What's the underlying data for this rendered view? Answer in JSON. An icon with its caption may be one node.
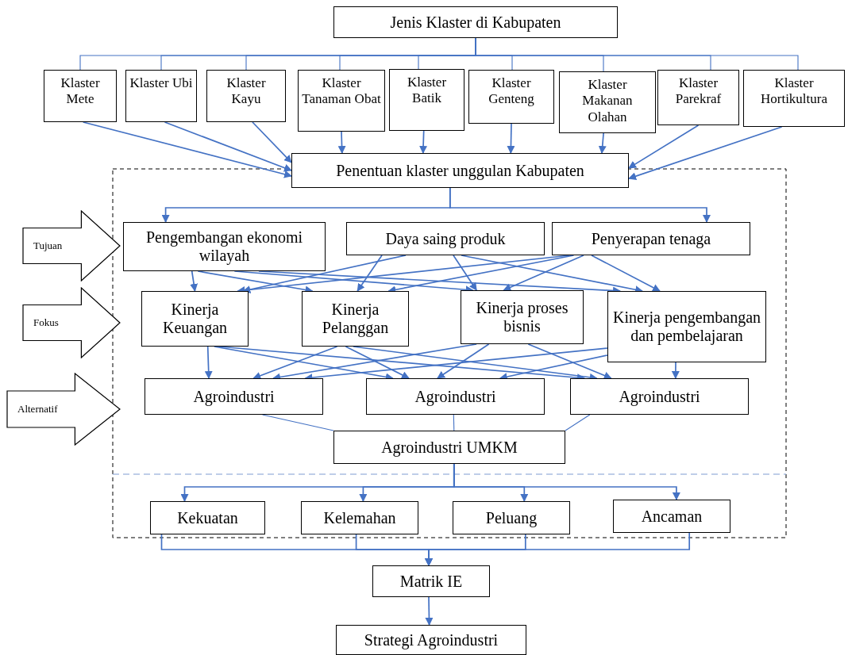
{
  "diagram": {
    "nodes": [
      {
        "text": [
          "Jenis Klaster di Kabupaten"
        ]
      },
      {
        "text": [
          "Klaster Mete"
        ]
      },
      {
        "text": [
          "Klaster Ubi"
        ]
      },
      {
        "text": [
          "Klaster Kayu"
        ]
      },
      {
        "text": [
          "Klaster Tanaman Obat"
        ]
      },
      {
        "text": [
          "Klaster Batik"
        ]
      },
      {
        "text": [
          "Klaster Genteng"
        ]
      },
      {
        "text": [
          "Klaster Makanan Olahan"
        ]
      },
      {
        "text": [
          "Klaster Parekraf"
        ]
      },
      {
        "text": [
          "Klaster Hortikultura"
        ]
      },
      {
        "text": [
          "Penentuan klaster unggulan Kabupaten"
        ]
      },
      {
        "text": [
          "Tujuan"
        ]
      },
      {
        "text": [
          "Fokus"
        ]
      },
      {
        "text": [
          "Alternatif"
        ]
      },
      {
        "text": [
          "Pengembangan ekonomi wilayah"
        ]
      },
      {
        "text": [
          "Daya saing produk"
        ]
      },
      {
        "text": [
          "Penyerapan tenaga"
        ]
      },
      {
        "text": [
          "Kinerja Keuangan"
        ]
      },
      {
        "text": [
          "Kinerja Pelanggan"
        ]
      },
      {
        "text": [
          "Kinerja proses bisnis"
        ]
      },
      {
        "text": [
          "Kinerja pengembangan dan pembelajaran"
        ]
      },
      {
        "text": [
          "Agroindustri"
        ]
      },
      {
        "text": [
          "Agroindustri"
        ]
      },
      {
        "text": [
          "Agroindustri"
        ]
      },
      {
        "text": [
          "Agroindustri UMKM"
        ]
      },
      {
        "text": [
          "Kekuatan"
        ]
      },
      {
        "text": [
          "Kelemahan"
        ]
      },
      {
        "text": [
          "Peluang"
        ]
      },
      {
        "text": [
          "Ancaman"
        ]
      },
      {
        "text": [
          "Matrik IE"
        ]
      },
      {
        "text": [
          "Strategi Agroindustri"
        ]
      }
    ],
    "edges": [
      {
        "from": 0,
        "to": 1,
        "arrow": "none"
      },
      {
        "from": 0,
        "to": 2,
        "arrow": "none"
      },
      {
        "from": 0,
        "to": 3,
        "arrow": "none"
      },
      {
        "from": 0,
        "to": 4,
        "arrow": "none"
      },
      {
        "from": 0,
        "to": 5,
        "arrow": "none"
      },
      {
        "from": 0,
        "to": 6,
        "arrow": "none"
      },
      {
        "from": 0,
        "to": 7,
        "arrow": "none"
      },
      {
        "from": 0,
        "to": 8,
        "arrow": "none"
      },
      {
        "from": 0,
        "to": 9,
        "arrow": "none"
      },
      {
        "from": 1,
        "to": 10,
        "arrow": "to"
      },
      {
        "from": 2,
        "to": 10,
        "arrow": "to"
      },
      {
        "from": 3,
        "to": 10,
        "arrow": "to"
      },
      {
        "from": 4,
        "to": 10,
        "arrow": "to"
      },
      {
        "from": 5,
        "to": 10,
        "arrow": "to"
      },
      {
        "from": 6,
        "to": 10,
        "arrow": "to"
      },
      {
        "from": 7,
        "to": 10,
        "arrow": "to"
      },
      {
        "from": 8,
        "to": 10,
        "arrow": "to"
      },
      {
        "from": 9,
        "to": 10,
        "arrow": "to"
      },
      {
        "from": 10,
        "to": 14,
        "arrow": "to"
      },
      {
        "from": 10,
        "to": 16,
        "arrow": "to"
      },
      {
        "from": 14,
        "to": 17,
        "arrow": "to"
      },
      {
        "from": 14,
        "to": 18,
        "arrow": "to"
      },
      {
        "from": 14,
        "to": 19,
        "arrow": "to"
      },
      {
        "from": 14,
        "to": 20,
        "arrow": "to"
      },
      {
        "from": 15,
        "to": 17,
        "arrow": "to"
      },
      {
        "from": 15,
        "to": 18,
        "arrow": "to"
      },
      {
        "from": 15,
        "to": 19,
        "arrow": "to"
      },
      {
        "from": 15,
        "to": 20,
        "arrow": "to"
      },
      {
        "from": 16,
        "to": 17,
        "arrow": "to"
      },
      {
        "from": 16,
        "to": 18,
        "arrow": "to"
      },
      {
        "from": 16,
        "to": 19,
        "arrow": "to"
      },
      {
        "from": 16,
        "to": 20,
        "arrow": "to"
      },
      {
        "from": 17,
        "to": 21,
        "arrow": "to"
      },
      {
        "from": 17,
        "to": 22,
        "arrow": "to"
      },
      {
        "from": 17,
        "to": 23,
        "arrow": "to"
      },
      {
        "from": 18,
        "to": 21,
        "arrow": "to"
      },
      {
        "from": 18,
        "to": 22,
        "arrow": "to"
      },
      {
        "from": 18,
        "to": 23,
        "arrow": "to"
      },
      {
        "from": 19,
        "to": 21,
        "arrow": "to"
      },
      {
        "from": 19,
        "to": 22,
        "arrow": "to"
      },
      {
        "from": 19,
        "to": 23,
        "arrow": "to"
      },
      {
        "from": 20,
        "to": 21,
        "arrow": "to"
      },
      {
        "from": 20,
        "to": 22,
        "arrow": "to"
      },
      {
        "from": 20,
        "to": 23,
        "arrow": "to"
      },
      {
        "from": 21,
        "to": 24,
        "arrow": "none"
      },
      {
        "from": 22,
        "to": 24,
        "arrow": "none"
      },
      {
        "from": 23,
        "to": 24,
        "arrow": "none"
      },
      {
        "from": 24,
        "to": 25,
        "arrow": "to"
      },
      {
        "from": 24,
        "to": 26,
        "arrow": "to"
      },
      {
        "from": 24,
        "to": 27,
        "arrow": "to"
      },
      {
        "from": 24,
        "to": 28,
        "arrow": "to"
      },
      {
        "from": 25,
        "to": 29,
        "arrow": "to"
      },
      {
        "from": 26,
        "to": 29,
        "arrow": "to"
      },
      {
        "from": 27,
        "to": 29,
        "arrow": "to"
      },
      {
        "from": 28,
        "to": 29,
        "arrow": "to"
      },
      {
        "from": 29,
        "to": 30,
        "arrow": "to"
      }
    ]
  }
}
